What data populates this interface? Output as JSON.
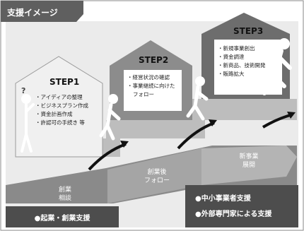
{
  "title": "支援イメージ",
  "steps": [
    {
      "label": "STEP1",
      "items": [
        "・アイディアの整理",
        "・ビジネスプラン作成",
        "・資金計画作成",
        "・許認可の手続き 等"
      ]
    },
    {
      "label": "STEP2",
      "items": [
        "・経営状況の確認",
        "・事業継続に向けた",
        "フォロー"
      ]
    },
    {
      "label": "STEP3",
      "items": [
        "・新規事業創出",
        "・資金調達",
        "・新商品、技術開発",
        "・販路拡大"
      ]
    }
  ],
  "arrows": [
    {
      "lines": [
        "創業",
        "相談"
      ]
    },
    {
      "lines": [
        "創業後",
        "フォロー"
      ]
    },
    {
      "lines": [
        "新事業",
        "展開"
      ]
    }
  ],
  "support": {
    "left": "●起業・創業支援",
    "right": [
      "●中小事業者支援",
      "●外部専門家による支援"
    ]
  },
  "colors": {
    "title_bg": "#5f5f5f",
    "panel_bg": "#e9e9e9",
    "house1": "#f0f0f0",
    "house2": "#8c8c8c",
    "house3": "#6d6d6d",
    "arrow_band": "#8a8a8a",
    "support_bg": "#4d4d4d"
  }
}
